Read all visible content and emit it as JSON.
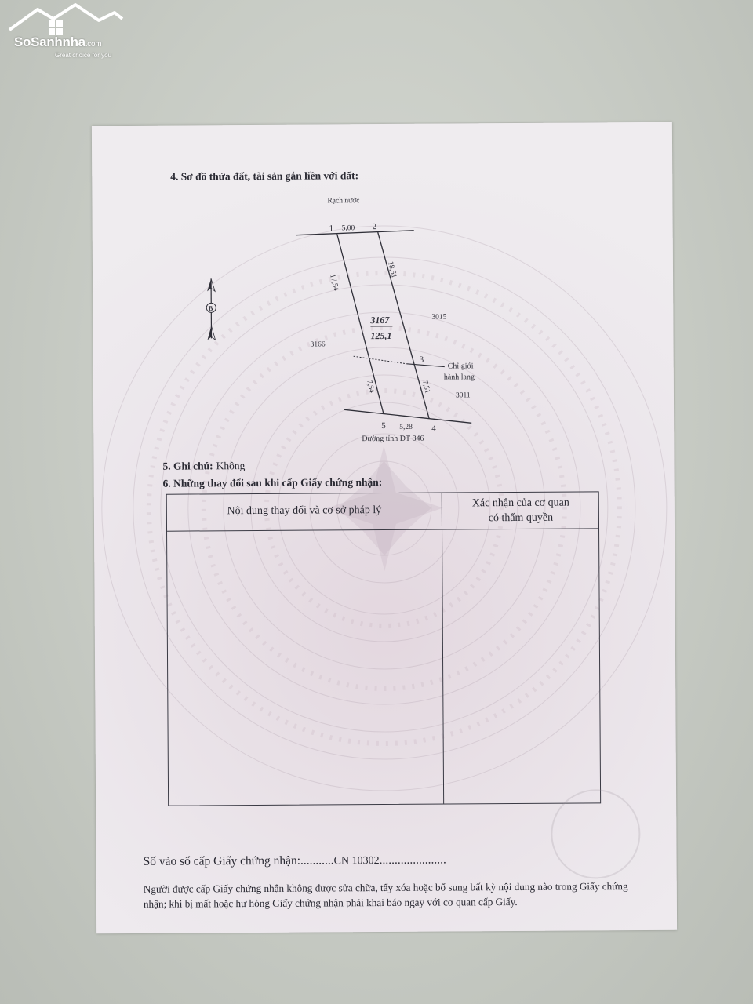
{
  "watermark": {
    "brand": "SoSanhnha",
    "domain": ".com",
    "tagline": "Great choice for you"
  },
  "section4": {
    "title": "4. Sơ đồ thửa đất, tài sản gắn liền với đất:"
  },
  "plot": {
    "top_label": "Rạch nước",
    "bottom_label": "Đường tỉnh ĐT 846",
    "parcel_number": "3167",
    "area": "125,1",
    "neighbors": {
      "left": "3166",
      "right_top": "3015",
      "right_bottom": "3011"
    },
    "corridor_label_1": "Chỉ giới",
    "corridor_label_2": "hành lang",
    "vertices": [
      "1",
      "2",
      "3",
      "4",
      "5"
    ],
    "edges": {
      "top": "5,00",
      "right_upper": "18,51",
      "left_upper": "17,54",
      "left_lower": "7,54",
      "right_lower": "7,51",
      "bottom": "5,28"
    },
    "north_letter": "B"
  },
  "section5": {
    "title": "5. Ghi chú:",
    "value": "Không"
  },
  "section6": {
    "title": "6. Những thay đổi sau khi cấp Giấy chứng nhận:",
    "col_content": "Nội dung thay đổi và cơ sở pháp lý",
    "col_confirm_line1": "Xác nhận của cơ quan",
    "col_confirm_line2": "có thẩm quyền"
  },
  "registry": {
    "label": "Số vào sổ cấp Giấy chứng nhận:",
    "dots_before": "...........",
    "number": "CN 10302",
    "dots_after": "......................"
  },
  "notice": "Người được cấp Giấy chứng nhận không được sửa chữa, tẩy xóa hoặc bổ sung bất kỳ nội dung nào trong Giấy chứng nhận; khi bị mất hoặc hư hỏng Giấy chứng nhận phải khai báo ngay với cơ quan cấp Giấy."
}
